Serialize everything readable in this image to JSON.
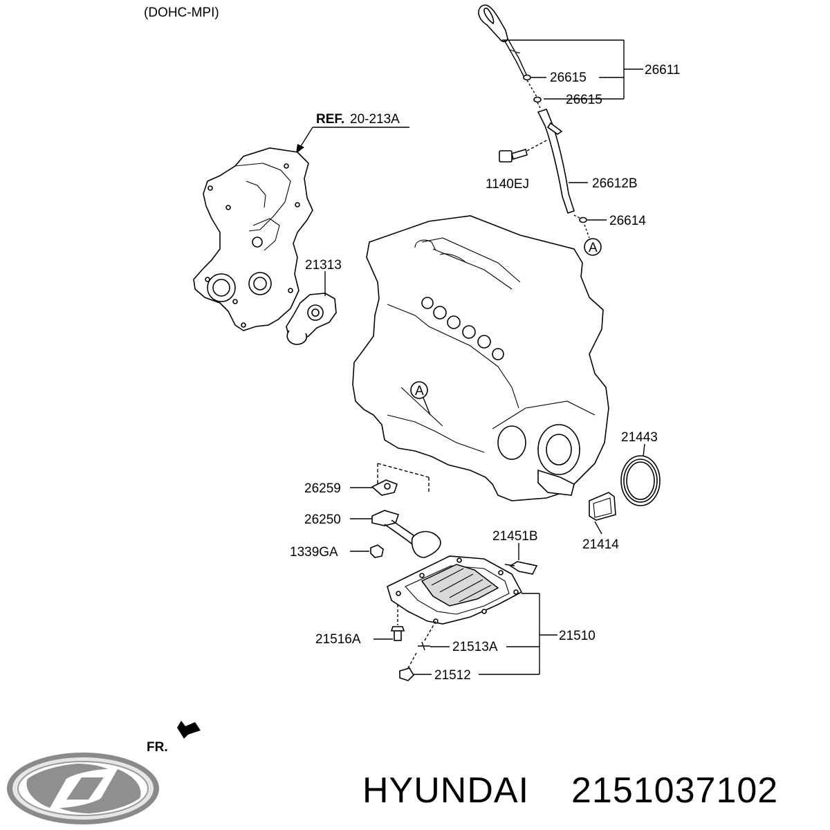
{
  "diagram": {
    "header_label": "(DOHC-MPI)",
    "ref_label_bold": "REF.",
    "ref_label_rest": "20-213A",
    "circle_marker": "A",
    "front_indicator": "FR.",
    "parts": {
      "p26611": "26611",
      "p26615a": "26615",
      "p26615b": "26615",
      "p1140EJ": "1140EJ",
      "p26612B": "26612B",
      "p26614": "26614",
      "p21313": "21313",
      "p21443": "21443",
      "p26259": "26259",
      "p26250": "26250",
      "p21451B": "21451B",
      "p21414": "21414",
      "p1339GA": "1339GA",
      "p21510": "21510",
      "p21516A": "21516A",
      "p21513A": "21513A",
      "p21512": "21512"
    }
  },
  "footer": {
    "brand": "HYUNDAI",
    "part_number": "2151037102"
  }
}
